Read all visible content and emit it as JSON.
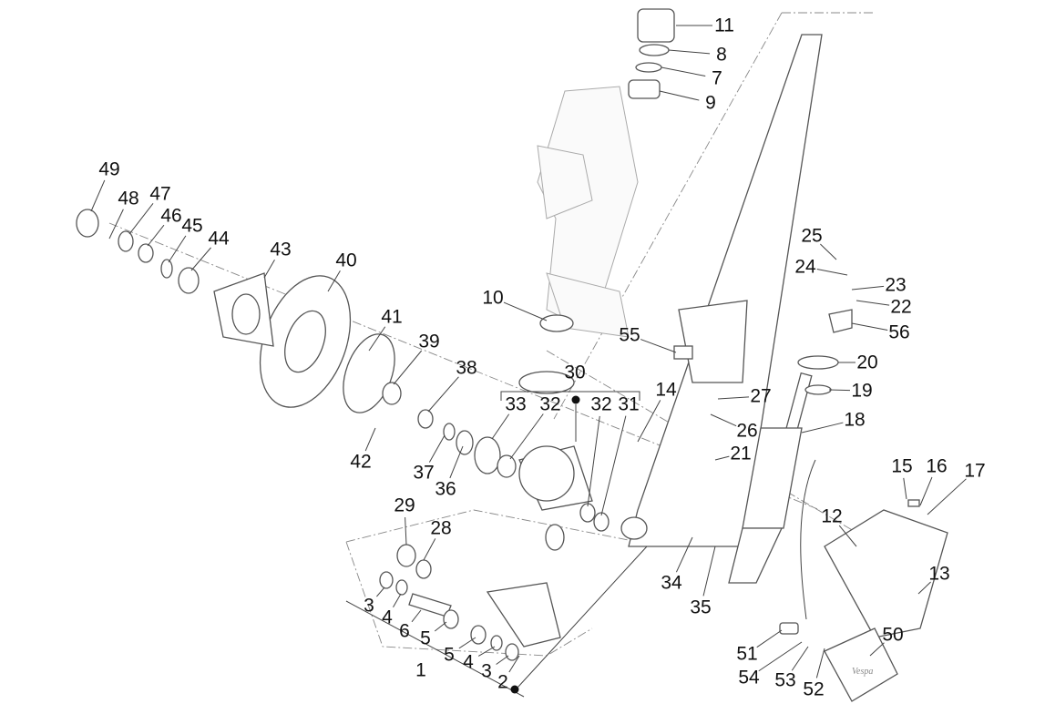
{
  "diagram": {
    "type": "exploded parts diagram",
    "labels": [
      "11",
      "8",
      "7",
      "9",
      "49",
      "48",
      "47",
      "46",
      "45",
      "44",
      "43",
      "40",
      "41",
      "39",
      "38",
      "30",
      "33",
      "32",
      "32",
      "31",
      "10",
      "55",
      "14",
      "27",
      "26",
      "21",
      "25",
      "24",
      "23",
      "22",
      "56",
      "20",
      "19",
      "18",
      "42",
      "37",
      "36",
      "15",
      "16",
      "17",
      "12",
      "13",
      "29",
      "28",
      "34",
      "35",
      "3",
      "4",
      "6",
      "5",
      "5",
      "4",
      "3",
      "2",
      "1",
      "51",
      "54",
      "53",
      "52",
      "50"
    ],
    "part_30_group_marker": "●",
    "part_1_group_marker": "●",
    "logo_text": "Vespa"
  }
}
